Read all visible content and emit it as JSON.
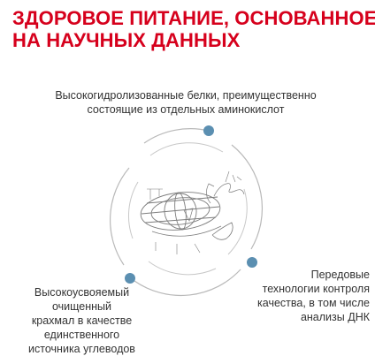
{
  "title": {
    "lines": [
      "ЗДОРОВОЕ ПИТАНИЕ, ОСНОВАННОЕ",
      "НА НАУЧНЫХ ДАННЫХ"
    ]
  },
  "features": [
    {
      "lines": [
        "Высокогидролизованные белки, преимущественно",
        "состоящие из отдельных аминокислот"
      ]
    },
    {
      "lines": [
        "Высокоусвояемый",
        "очищенный",
        "крахмал в качестве",
        "единственного",
        "источника углеводов"
      ]
    },
    {
      "lines": [
        "Передовые",
        "технологии контроля",
        "качества, в том числе",
        "анализы ДНК"
      ]
    }
  ],
  "colors": {
    "title": "#d6001c",
    "text": "#333333",
    "dot": "#5b8fb1",
    "ring": "#b9b9b9",
    "sketch": "#7d7d7d"
  },
  "icons": {
    "center": "kibble-sketch-icon"
  }
}
